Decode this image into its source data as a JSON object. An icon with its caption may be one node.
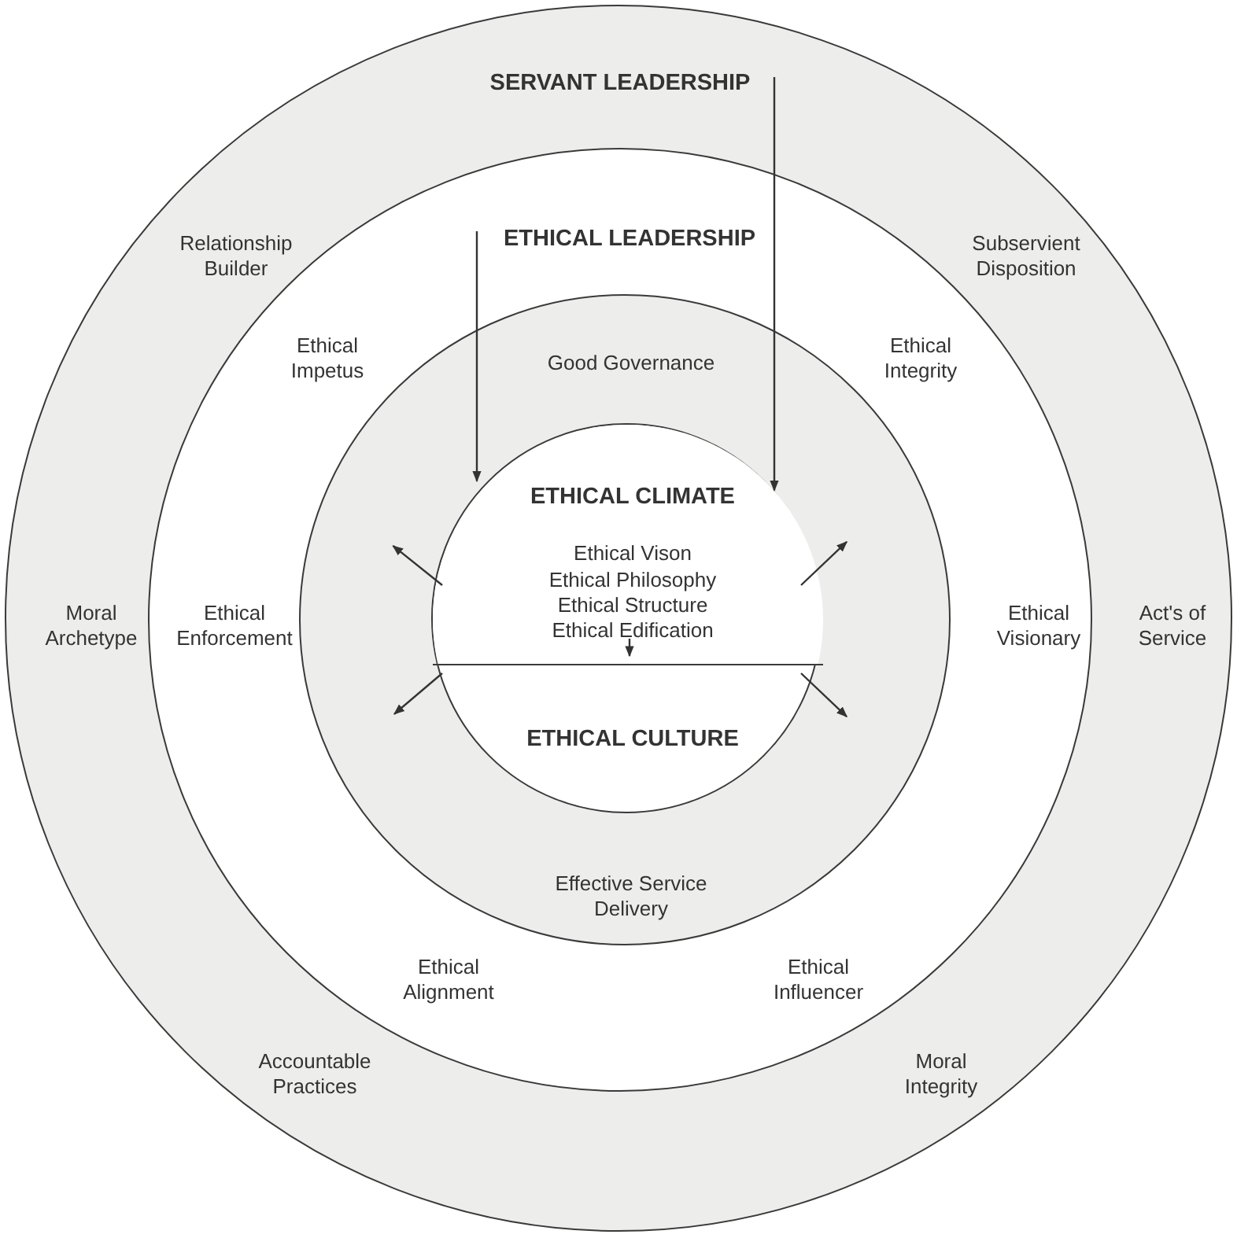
{
  "diagram": {
    "nodes": [
      {
        "text": [
          "SERVANT LEADERSHIP"
        ]
      },
      {
        "text": [
          "ETHICAL LEADERSHIP"
        ],
        "in": 0
      },
      {
        "text": [
          "Good Governance",
          "Effective Service Delivery"
        ],
        "in": 1
      },
      {
        "text": [],
        "shape": "circle",
        "in": 2
      },
      {
        "text": [
          "ETHICAL CLIMATE",
          "Ethical Vison",
          "Ethical Philosophy",
          "Ethical Structure",
          "Ethical Edification"
        ],
        "in": 3
      },
      {
        "text": [
          "ETHICAL CULTURE"
        ],
        "in": 3
      }
    ],
    "edges": [
      {
        "from": 0,
        "to": 4,
        "arrow": "to"
      },
      {
        "from": 1,
        "to": 4,
        "arrow": "to"
      },
      {
        "from": 4,
        "to": 5,
        "arrow": "to"
      },
      {
        "from": 4,
        "to": null,
        "arrow": "to"
      },
      {
        "from": 4,
        "to": null,
        "arrow": "to"
      },
      {
        "from": 5,
        "to": null,
        "arrow": "to"
      },
      {
        "from": 5,
        "to": null,
        "arrow": "to"
      }
    ],
    "labels": [
      "Relationship Builder",
      "Subservient Disposition",
      "Ethical Impetus",
      "Ethical Integrity",
      "Moral Archetype",
      "Ethical Enforcement",
      "Ethical Visionary",
      "Act's of Service",
      "Ethical Alignment",
      "Ethical Influencer",
      "Accountable Practices",
      "Moral Integrity"
    ]
  }
}
